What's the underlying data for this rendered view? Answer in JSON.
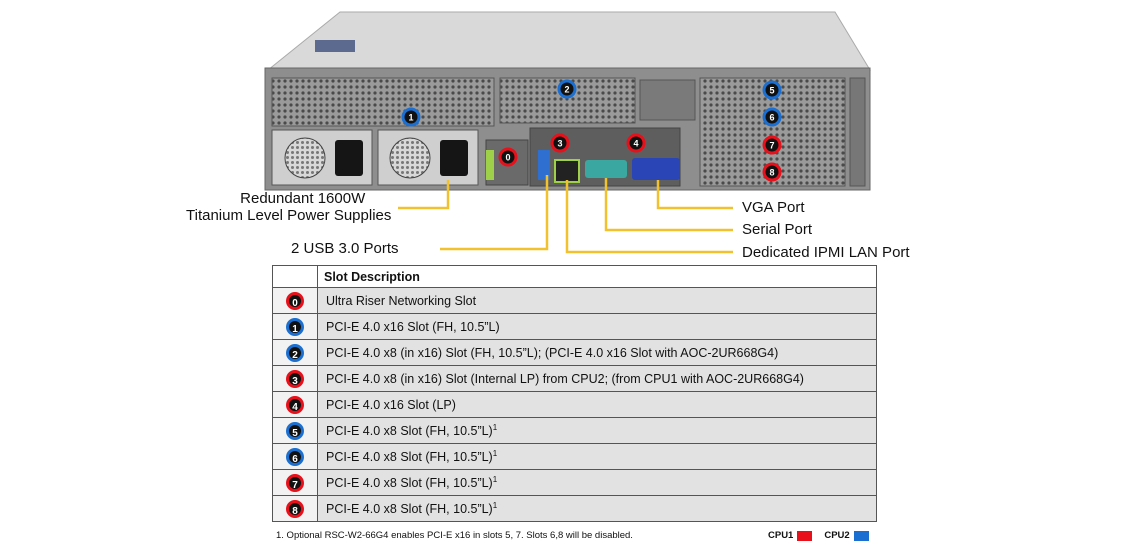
{
  "callouts": {
    "psu_line1": "Redundant 1600W",
    "psu_line2": "Titanium Level Power Supplies",
    "usb": "2 USB 3.0 Ports",
    "vga": "VGA Port",
    "serial": "Serial Port",
    "ipmi": "Dedicated IPMI LAN Port"
  },
  "table": {
    "header": "Slot Description",
    "rows": [
      {
        "num": "0",
        "cpu": "cpu1",
        "desc": "Ultra Riser Networking Slot",
        "note": ""
      },
      {
        "num": "1",
        "cpu": "cpu2",
        "desc": "PCI-E 4.0 x16 Slot (FH, 10.5”L)",
        "note": ""
      },
      {
        "num": "2",
        "cpu": "cpu2",
        "desc": "PCI-E 4.0 x8 (in x16) Slot (FH, 10.5”L); (PCI-E 4.0 x16 Slot with AOC-2UR668G4)",
        "note": ""
      },
      {
        "num": "3",
        "cpu": "cpu1",
        "desc": "PCI-E 4.0 x8 (in x16) Slot (Internal LP) from CPU2; (from CPU1 with AOC-2UR668G4)",
        "note": ""
      },
      {
        "num": "4",
        "cpu": "cpu1",
        "desc": "PCI-E 4.0 x16 Slot (LP)",
        "note": ""
      },
      {
        "num": "5",
        "cpu": "cpu2",
        "desc": "PCI-E 4.0 x8 Slot (FH, 10.5”L)",
        "note": "1"
      },
      {
        "num": "6",
        "cpu": "cpu2",
        "desc": "PCI-E 4.0 x8 Slot (FH, 10.5”L)",
        "note": "1"
      },
      {
        "num": "7",
        "cpu": "cpu1",
        "desc": "PCI-E 4.0 x8 Slot (FH, 10.5”L)",
        "note": "1"
      },
      {
        "num": "8",
        "cpu": "cpu1",
        "desc": "PCI-E 4.0 x8 Slot (FH, 10.5”L)",
        "note": "1"
      }
    ]
  },
  "footnote": "1. Optional RSC-W2-66G4 enables PCI-E x16 in slots 5, 7. Slots 6,8 will be disabled.",
  "cpu_legend": {
    "cpu1_label": "CPU1",
    "cpu2_label": "CPU2"
  },
  "colors": {
    "cpu1": "#e8101a",
    "cpu2": "#1a6fd1",
    "callout_line": "#f2c12e"
  },
  "server_slot_badges": [
    "0",
    "1",
    "2",
    "3",
    "4",
    "5",
    "6",
    "7",
    "8"
  ]
}
